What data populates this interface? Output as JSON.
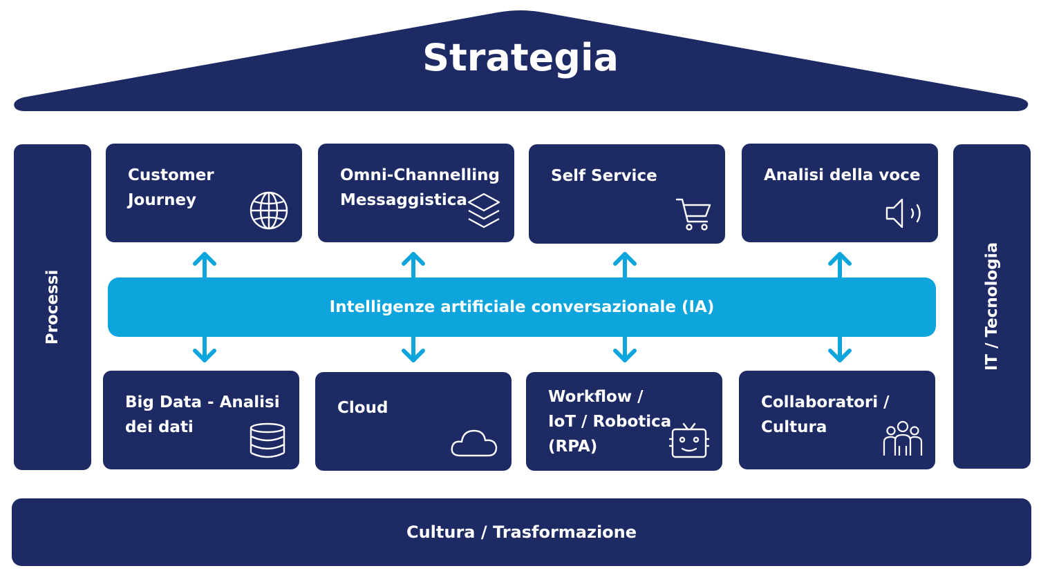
{
  "colors": {
    "navy": "#1e2a64",
    "accent_blue": "#0ea5dc",
    "text": "#ffffff",
    "background": "#ffffff"
  },
  "roof": {
    "title": "Strategia"
  },
  "pillars": {
    "left": "Processi",
    "right": "IT / Tecnologia"
  },
  "top_boxes": [
    {
      "label": "Customer\nJourney",
      "icon": "globe-icon"
    },
    {
      "label": "Omni-Channelling\nMessaggistica",
      "icon": "layers-icon"
    },
    {
      "label": "Self Service",
      "icon": "shopping-cart-icon"
    },
    {
      "label": "Analisi della voce",
      "icon": "speaker-icon"
    }
  ],
  "ai_bar": {
    "label": "Intelligenze artificiale conversazionale (IA)"
  },
  "bottom_boxes": [
    {
      "label": "Big Data - Analisi\ndei dati",
      "icon": "database-icon"
    },
    {
      "label": "Cloud",
      "icon": "cloud-icon"
    },
    {
      "label": "Workflow /\nIoT / Robotica\n(RPA)",
      "icon": "robot-icon"
    },
    {
      "label": "Collaboratori /\nCultura",
      "icon": "people-icon"
    }
  ],
  "foundation": {
    "label": "Cultura / Trasformazione"
  }
}
